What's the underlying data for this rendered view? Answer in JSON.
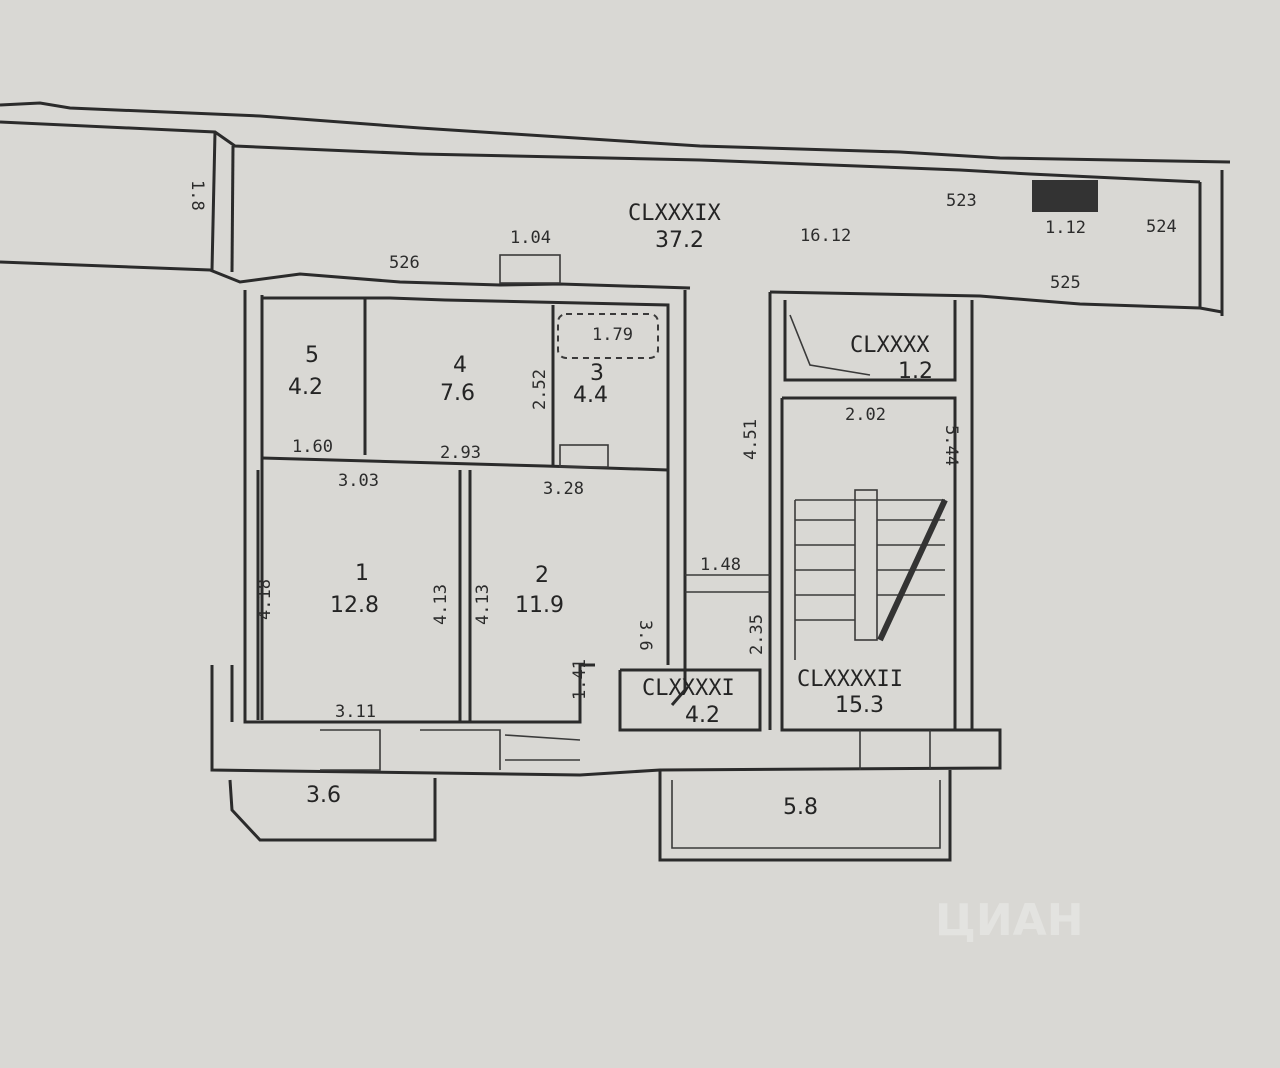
{
  "rooms": [
    {
      "id": "r1",
      "number": "1",
      "area": "12.8"
    },
    {
      "id": "r2",
      "number": "2",
      "area": "11.9"
    },
    {
      "id": "r3",
      "number": "3",
      "area": "4.4"
    },
    {
      "id": "r4",
      "number": "4",
      "area": "7.6"
    },
    {
      "id": "r5",
      "number": "5",
      "area": "4.2"
    },
    {
      "id": "c189",
      "number": "CLXXXIX",
      "area": "37.2"
    },
    {
      "id": "c190",
      "number": "CLXXXX",
      "area": "1.2"
    },
    {
      "id": "c191",
      "number": "CLXXXXI",
      "area": "4.2"
    },
    {
      "id": "c192",
      "number": "CLXXXXII",
      "area": "15.3"
    }
  ],
  "balconies": [
    {
      "id": "b1",
      "area": "3.6"
    },
    {
      "id": "b2",
      "area": "5.8"
    }
  ],
  "dimensions": [
    {
      "id": "d1",
      "value": "1.04"
    },
    {
      "id": "d2",
      "value": "16.12"
    },
    {
      "id": "d3",
      "value": "523"
    },
    {
      "id": "d4",
      "value": "1.12"
    },
    {
      "id": "d5",
      "value": "524"
    },
    {
      "id": "d6",
      "value": "525"
    },
    {
      "id": "d7",
      "value": "526"
    },
    {
      "id": "d8",
      "value": "1.79"
    },
    {
      "id": "d9",
      "value": "1.60"
    },
    {
      "id": "d10",
      "value": "2.93"
    },
    {
      "id": "d11",
      "value": "3.03"
    },
    {
      "id": "d12",
      "value": "3.28"
    },
    {
      "id": "d13",
      "value": "3.11"
    },
    {
      "id": "d14",
      "value": "1.48"
    },
    {
      "id": "d15",
      "value": "2.02"
    },
    {
      "id": "d16",
      "value": "4.18"
    },
    {
      "id": "d17",
      "value": "4.13"
    },
    {
      "id": "d18",
      "value": "4.13"
    },
    {
      "id": "d19",
      "value": "3.6"
    },
    {
      "id": "d20",
      "value": "1.41"
    },
    {
      "id": "d21",
      "value": "2.35"
    },
    {
      "id": "d22",
      "value": "4.51"
    },
    {
      "id": "d23",
      "value": "5.44"
    },
    {
      "id": "d24",
      "value": "2.52"
    },
    {
      "id": "d25",
      "value": "1.8"
    }
  ],
  "watermark": "ЦИАН"
}
